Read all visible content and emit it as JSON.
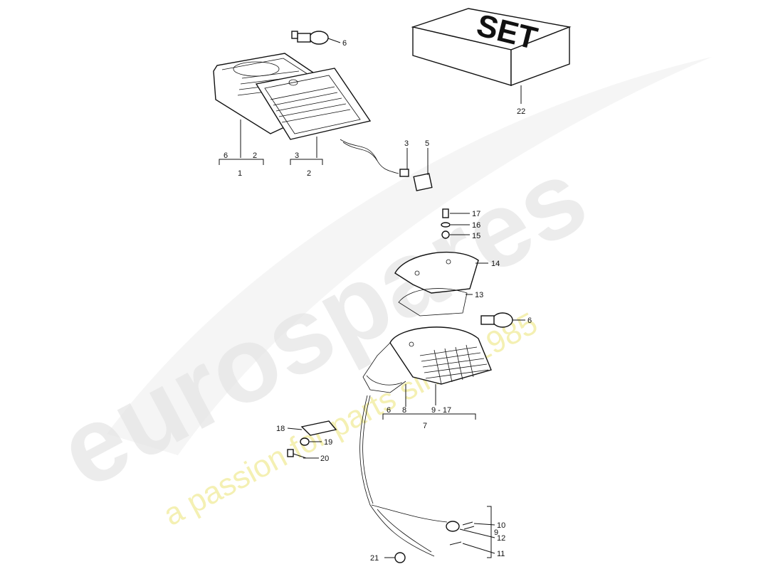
{
  "watermark": {
    "brand": "eurospares",
    "tagline": "a passion for parts since 1985",
    "colors": {
      "brand": "#e6e6e6",
      "tagline": "#f1ec9a"
    }
  },
  "set_box": {
    "text": "SET"
  },
  "callouts": {
    "c1": "1",
    "c2a": "2",
    "c2b": "2",
    "c3": "3",
    "c3b": "3",
    "c5": "5",
    "c6a": "6",
    "c6b": "6",
    "c6c": "6",
    "c6d": "6",
    "c7": "7",
    "c8": "8",
    "c9range": "9 - 17",
    "c9": "9",
    "c10": "10",
    "c11": "11",
    "c12": "12",
    "c13": "13",
    "c14": "14",
    "c15": "15",
    "c16": "16",
    "c17": "17",
    "c18": "18",
    "c19": "19",
    "c20": "20",
    "c21": "21",
    "c22": "22"
  }
}
